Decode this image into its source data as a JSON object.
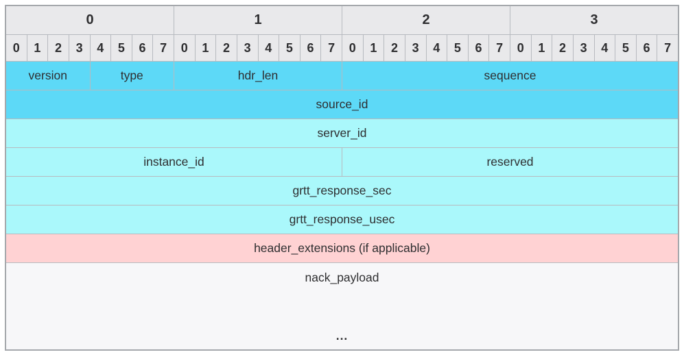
{
  "diagram": {
    "title": "packet-header-layout",
    "byte_headers": [
      "0",
      "1",
      "2",
      "3"
    ],
    "bit_headers": [
      "0",
      "1",
      "2",
      "3",
      "4",
      "5",
      "6",
      "7"
    ],
    "fields": {
      "version": {
        "label": "version",
        "bits": 4,
        "color_key": "field_blue"
      },
      "type": {
        "label": "type",
        "bits": 4,
        "color_key": "field_blue"
      },
      "hdr_len": {
        "label": "hdr_len",
        "bits": 8,
        "color_key": "field_blue"
      },
      "sequence": {
        "label": "sequence",
        "bits": 16,
        "color_key": "field_blue"
      },
      "source_id": {
        "label": "source_id",
        "bits": 32,
        "color_key": "field_blue"
      },
      "server_id": {
        "label": "server_id",
        "bits": 32,
        "color_key": "field_cyan"
      },
      "instance_id": {
        "label": "instance_id",
        "bits": 16,
        "color_key": "field_cyan"
      },
      "reserved": {
        "label": "reserved",
        "bits": 16,
        "color_key": "field_cyan"
      },
      "grtt_response_sec": {
        "label": "grtt_response_sec",
        "bits": 32,
        "color_key": "field_cyan"
      },
      "grtt_response_usec": {
        "label": "grtt_response_usec",
        "bits": 32,
        "color_key": "field_cyan"
      },
      "header_extensions": {
        "label": "header_extensions (if applicable)",
        "bits": 32,
        "color_key": "field_pink"
      },
      "nack_payload": {
        "label": "nack_payload",
        "ellipsis": "...",
        "color_key": "payload_bg"
      }
    },
    "colors": {
      "header_bg": "#e9e9eb",
      "field_blue": "#5dd9f7",
      "field_cyan": "#aaf8fb",
      "field_pink": "#ffd2d3",
      "payload_bg": "#f7f7f9",
      "grid_line": "#b7babf",
      "border_color": "#a5a8ac",
      "text_color": "#2e2e30"
    }
  }
}
